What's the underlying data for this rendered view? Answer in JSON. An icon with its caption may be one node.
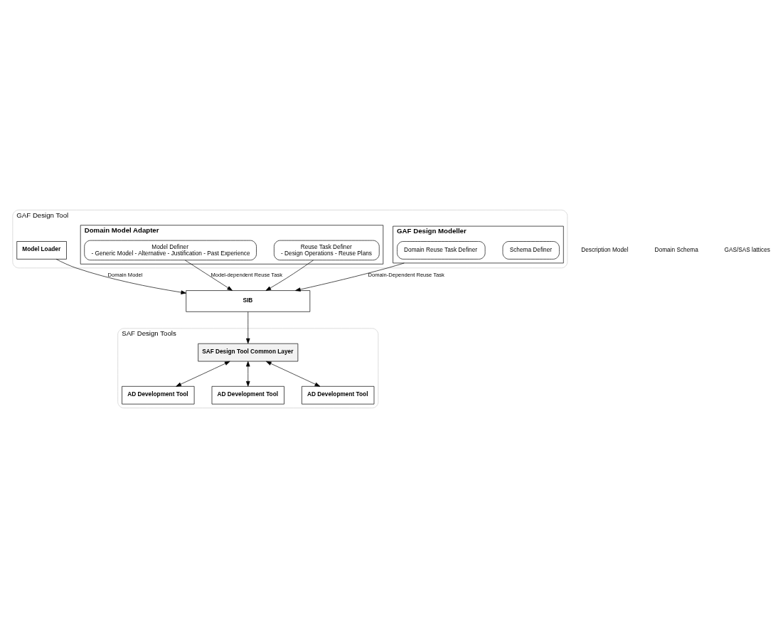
{
  "diagram": {
    "nodes": [
      {
        "text": [
          "GAF Design Tool"
        ]
      },
      {
        "text": [
          "Model Loader"
        ],
        "in": 0
      },
      {
        "text": [
          "Domain Model Adapter"
        ],
        "in": 0
      },
      {
        "text": [
          "Model Definer",
          "- Generic Model - Alternative - Justification - Past Experience"
        ],
        "in": 2
      },
      {
        "text": [
          "Reuse Task Definer",
          "- Design Operations - Reuse Plans"
        ],
        "in": 2
      },
      {
        "text": [
          "GAF Design Modeller"
        ],
        "in": 0
      },
      {
        "text": [
          "Schema Definer"
        ],
        "in": 5
      },
      {
        "text": [
          "Domain Reuse Task Definer"
        ],
        "in": 5
      },
      {
        "text": [
          "SIB"
        ]
      },
      {
        "text": [
          "SAF Design Tools"
        ]
      },
      {
        "text": [
          "SAF Design Tool Common Layer"
        ],
        "in": 9
      },
      {
        "text": [
          "AD Development Tool"
        ],
        "in": 9
      },
      {
        "text": [
          "AD Development Tool"
        ],
        "in": 9
      },
      {
        "text": [
          "AD Development Tool"
        ],
        "in": 9
      }
    ],
    "edges": [
      {
        "from": 1,
        "to": 8,
        "arrow": "to",
        "label": "Domain Model"
      },
      {
        "from": 3,
        "to": 8,
        "arrow": "to",
        "label": "Model-dependent Reuse Task"
      },
      {
        "from": 4,
        "to": 8,
        "arrow": "to"
      },
      {
        "from": 5,
        "to": 8,
        "arrow": "to",
        "label": "Domain-Dependent Reuse Task"
      },
      {
        "from": 8,
        "to": 10,
        "arrow": "to"
      },
      {
        "from": 10,
        "to": 11,
        "arrow": "both"
      },
      {
        "from": 10,
        "to": 12,
        "arrow": "both"
      },
      {
        "from": 10,
        "to": 13,
        "arrow": "both"
      }
    ],
    "labels": [
      "Description Model",
      "Domain Schema",
      "GAS/SAS lattices"
    ]
  }
}
